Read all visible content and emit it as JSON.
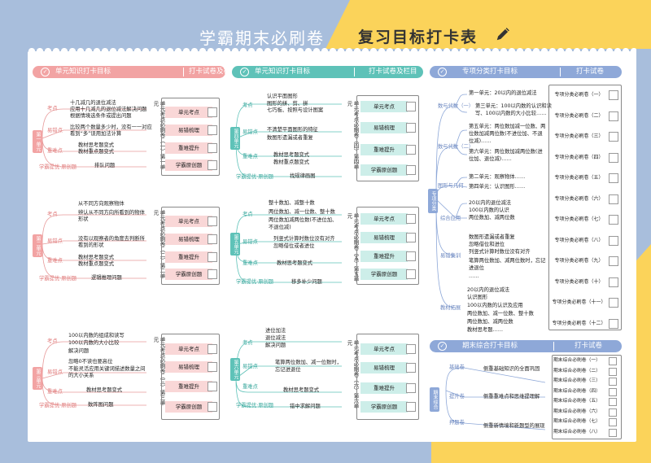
{
  "header": {
    "title_left": "学霸期末必刷卷",
    "title_right": "复习目标打卡表"
  },
  "col1": {
    "h_left": "单元知识打卡目标",
    "h_right": "打卡试卷及栏目"
  },
  "col2": {
    "h_left": "单元知识打卡目标",
    "h_right": "打卡试卷及栏目"
  },
  "col3": {
    "h_left": "专项分类打卡目标",
    "h_right": "打卡试卷"
  },
  "final": {
    "h_left": "期末综合打卡目标",
    "h_right": "打卡试卷"
  },
  "branch": {
    "kd": "考点",
    "yc": "易错点",
    "zn": "重难点",
    "xb": "学霸提优·原创题"
  },
  "buttons": [
    "单元考点",
    "易错梳理",
    "重难提升",
    "学霸原创题"
  ],
  "u1": {
    "node": "第一单元",
    "vert": "单元考点必刷卷（一）第一单元",
    "kd1": "十几减几的退位减法",
    "kd2": "应用十几减几的退位减法解决问题",
    "kd3": "根据情境选条件或提出问题",
    "yc1": "比较两个数量多少时，没有一一对应",
    "yc2": "看到“多”误用加法计算",
    "zn1": "教材思考题变式",
    "zn2": "教材重点题变式",
    "xb1": "排队问题"
  },
  "u2": {
    "node": "第二单元",
    "vert": "单元考点必刷卷（二）第二单元",
    "kd1": "从不同方向观察物体",
    "kd2": "辨认从不同方向所看到的物体",
    "kd2b": "形状",
    "yc1": "没有以观察者的角度去判断所",
    "yc1b": "看到的形状",
    "zn1": "教材思考题变式",
    "zn2": "教材重点题变式",
    "xb1": "逻辑推理问题"
  },
  "u3": {
    "node": "第三单元",
    "vert": "单元考点必刷卷（三）第三单元",
    "kd1": "100以内数的组成和读写",
    "kd2": "100以内数的大小比较",
    "kd3": "解决问题",
    "yc1": "忽略0不读也要高位",
    "yc2": "不能灵活应用关键词描述数量之间",
    "yc2b": "的大小关系",
    "zn1": "教材思考题变式",
    "xb1": "数阵图问题"
  },
  "u4": {
    "node": "第四单元",
    "vert": "单元考点必刷卷（四）第四单元",
    "kd1": "认识平面图形",
    "kd2": "图形的拼、剪、拼",
    "kd3": "七巧板、按照与设计图案",
    "yc1": "不清楚平面图形的特征",
    "yc2": "数图形遗漏或者重复",
    "zn1": "教材思考题变式",
    "zn2": "教材重点题变式",
    "xb1": "找规律画图"
  },
  "u5": {
    "node": "第五单元",
    "vert": "单元考点必刷卷（五）第五单元",
    "kd1": "整十数加、减整十数",
    "kd2": "两位数加、减一位数、整十数",
    "kd3": "两位数加减两位数(不进位加、",
    "kd3b": "不退位减)",
    "yc1": "列竖式计算时数位没有对齐",
    "yc2": "忽略借位或者进位",
    "zn1": "教材思考题变式",
    "xb1": "移多补少问题"
  },
  "u6": {
    "node": "第六单元",
    "vert": "单元考点必刷卷（六）第六单元",
    "kd1": "进位加法",
    "kd2": "退位减法",
    "kd3": "解决问题",
    "yc1": "笔算两位数加、减一位数时，",
    "yc1b": "忘记进退位",
    "zn1": "教材思考题变式",
    "xb1": "错中求解问题"
  },
  "special": {
    "node": "专项分类",
    "cats": [
      "数与代数（一）",
      "数与代数（二）",
      "图形与几何",
      "综合应用",
      "易错集训",
      "教材拓展"
    ],
    "t1": "第一单元：20以内的退位减法",
    "t2": "第三单元：100以内数的认识和读写、100以内数的大小比较",
    "t2a": "第三单元：100以内数的认识和读",
    "t2b": "写、100以内数的大小比较……",
    "t3a": "第五单元：两位数加减一位数、两",
    "t3b": "位数加减两位数(不进位加、不退",
    "t3c": "位减)……",
    "t4a": "第六单元：两位数加减两位数(进",
    "t4b": "位加、退位减)……",
    "t5": "第二单元：观察物体……",
    "t6": "第四单元：认识图形……",
    "t7": "20以内的退位减法",
    "t8": "100以内数的认识",
    "t9": "两位数加、减两位数",
    "t10": "数图形遗漏或者重复",
    "t11": "忽略借位和进位",
    "t12": "列竖式计算时数位没有对齐",
    "t13a": "笔算两位数加、减两位数时，忘记",
    "t13b": "进退位",
    "t14": "……",
    "t15": "20以内的退位减法",
    "t16": "认识图形",
    "t17": "100以内数的认识及应用",
    "t18": "两位数加、减一位数、整十数",
    "t19": "两位数加、减两位数",
    "t20": "教材思考题……",
    "papers": [
      "专项分类必刷卷（一）",
      "专项分类必刷卷（二）",
      "专项分类必刷卷（三）",
      "专项分类必刷卷（四）",
      "专项分类必刷卷（五）",
      "专项分类必刷卷（六）",
      "专项分类必刷卷（七）",
      "专项分类必刷卷（八）",
      "专项分类必刷卷（九）",
      "专项分类必刷卷（十）",
      "专项分类必刷卷（十一）",
      "专项分类必刷卷（十二）"
    ]
  },
  "comp": {
    "node": "期末综合",
    "b1": "基础卷",
    "b2": "提升卷",
    "b3": "押题卷",
    "d1": "侧重基础知识的全面巩固",
    "d2": "侧重重难点和思维提理解",
    "d3": "侧重新情境和新题型的展现",
    "papers": [
      "期末综合必刷卷（一）",
      "期末综合必刷卷（二）",
      "期末综合必刷卷（三）",
      "期末综合必刷卷（四）",
      "期末综合必刷卷（五）",
      "期末综合必刷卷（六）",
      "期末综合必刷卷（七）",
      "期末综合必刷卷（八）"
    ]
  },
  "colors": {
    "pink": "#f2a3a3",
    "teal": "#5ec2b8",
    "blue": "#8ea8d8",
    "pinkbtn": "#f9d7d7",
    "tealbtn": "#cdeee9",
    "bluebtn": "#dfe6f4"
  }
}
